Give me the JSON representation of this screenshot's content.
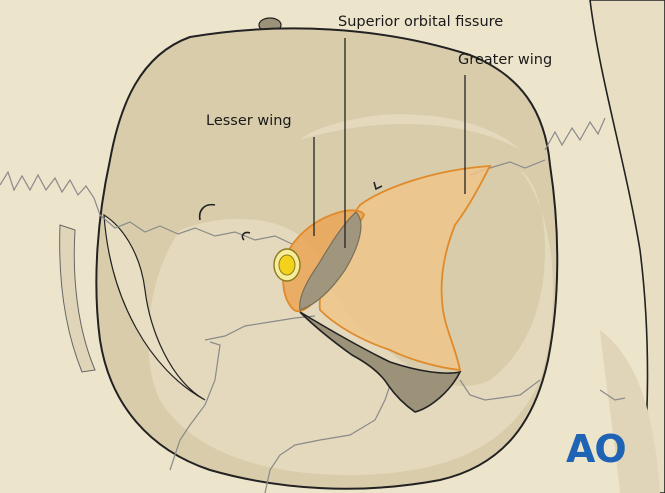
{
  "labels": {
    "superior_orbital_fissure": "Superior orbital fissure",
    "greater_wing": "Greater wing",
    "lesser_wing": "Lesser wing"
  },
  "logo": "AO",
  "colors": {
    "background": "#ede4cc",
    "bone_shade": "#d8ccaa",
    "orbit_floor": "#e4d9bc",
    "greater_wing_fill": "#efc489",
    "lesser_wing_fill": "#eaa75c",
    "wing_outline": "#e08a2a",
    "fissure_fill": "#a0967d",
    "optic_canal": "#f2d21a",
    "logo_blue": "#1e63b4"
  }
}
